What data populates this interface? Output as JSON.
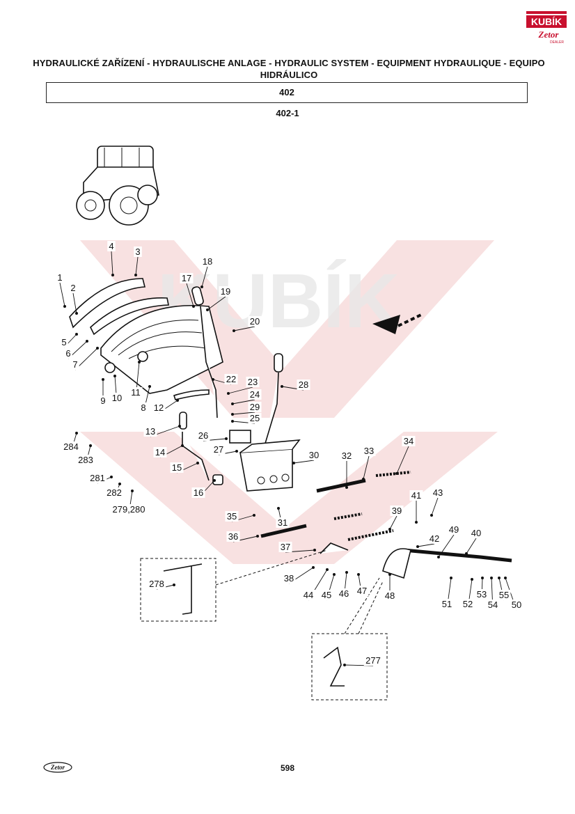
{
  "header": {
    "title": "HYDRAULICKÉ ZAŘÍZENÍ - HYDRAULISCHE ANLAGE - HYDRAULIC SYSTEM - EQUIPMENT HYDRAULIQUE - EQUIPO HIDRÁULICO",
    "section": "402",
    "subsection": "402-1"
  },
  "logo": {
    "brand": "KUBÍK",
    "sub": "Zetor",
    "caption": "DEALER"
  },
  "footer": {
    "page": "598",
    "logo": "Zetor"
  },
  "colors": {
    "watermark": "#f6dcdc",
    "logo_red": "#c8102e",
    "ink": "#111111"
  },
  "callouts": [
    "1",
    "2",
    "3",
    "4",
    "5",
    "6",
    "7",
    "8",
    "9",
    "10",
    "11",
    "12",
    "13",
    "14",
    "15",
    "16",
    "17",
    "18",
    "19",
    "20",
    "22",
    "23",
    "24",
    "25",
    "26",
    "27",
    "28",
    "29",
    "30",
    "31",
    "32",
    "33",
    "34",
    "35",
    "36",
    "37",
    "38",
    "39",
    "40",
    "41",
    "42",
    "43",
    "44",
    "45",
    "46",
    "47",
    "48",
    "49",
    "50",
    "51",
    "52",
    "53",
    "54",
    "55",
    "277",
    "278",
    "279,280",
    "281",
    "282",
    "283",
    "284"
  ]
}
